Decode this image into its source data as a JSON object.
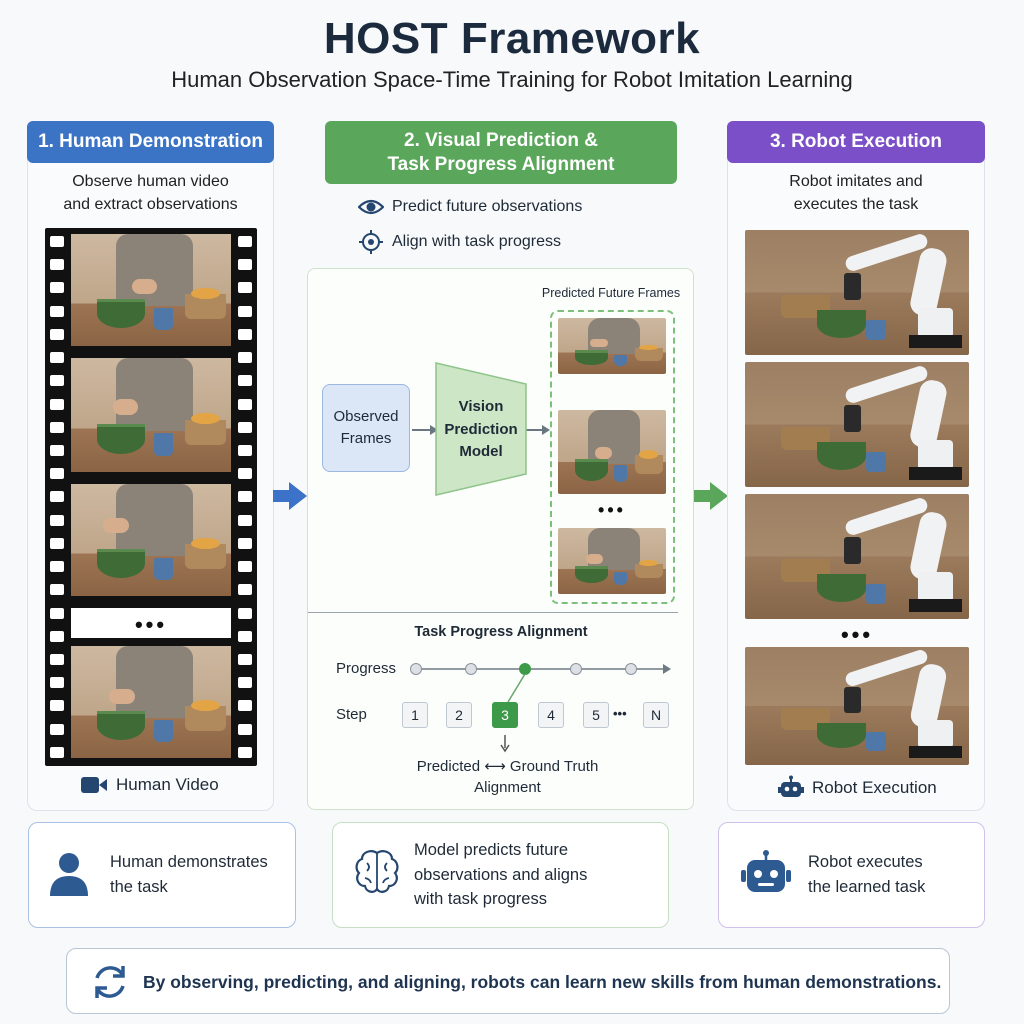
{
  "header": {
    "title": "HOST Framework",
    "subtitle": "Human Observation Space-Time Training for Robot Imitation Learning"
  },
  "columns": {
    "human": {
      "heading": "1. Human Demonstration",
      "description_line1": "Observe human video",
      "description_line2": "and extract observations",
      "ellipsis": "•••",
      "caption": "Human Video",
      "color": "#3b73c5"
    },
    "prediction": {
      "heading_line1": "2. Visual Prediction &",
      "heading_line2": "Task Progress Alignment",
      "bullet1": "Predict future observations",
      "bullet2": "Align with task progress",
      "observed_line1": "Observed",
      "observed_line2": "Frames",
      "model_line1": "Vision",
      "model_line2": "Prediction",
      "model_line3": "Model",
      "predicted_frames_label": "Predicted Future Frames",
      "ellipsis": "•••",
      "color": "#5aa65a"
    },
    "robot": {
      "heading": "3. Robot Execution",
      "description_line1": "Robot imitates and",
      "description_line2": "executes the task",
      "ellipsis": "•••",
      "caption": "Robot Execution",
      "color": "#7b4fc8"
    }
  },
  "task_progress": {
    "title": "Task Progress Alignment",
    "progress_label": "Progress",
    "step_label": "Step",
    "steps": [
      "1",
      "2",
      "3",
      "4",
      "5",
      "N"
    ],
    "steps_ellipsis": "•••",
    "active_step": "3",
    "alignment_line1": "Predicted ⟷ Ground Truth",
    "alignment_line2": "Alignment"
  },
  "cards": {
    "human": {
      "line1": "Human demonstrates",
      "line2": "the task",
      "icon": "person-icon"
    },
    "model": {
      "line1": "Model predicts future",
      "line2": "observations and aligns",
      "line3": "with task progress",
      "icon": "brain-icon"
    },
    "robot": {
      "line1": "Robot executes",
      "line2": "the learned task",
      "icon": "robot-icon"
    }
  },
  "banner": {
    "text": "By observing, predicting, and aligning, robots can learn new skills from human demonstrations.",
    "icon": "cycle-icon"
  }
}
